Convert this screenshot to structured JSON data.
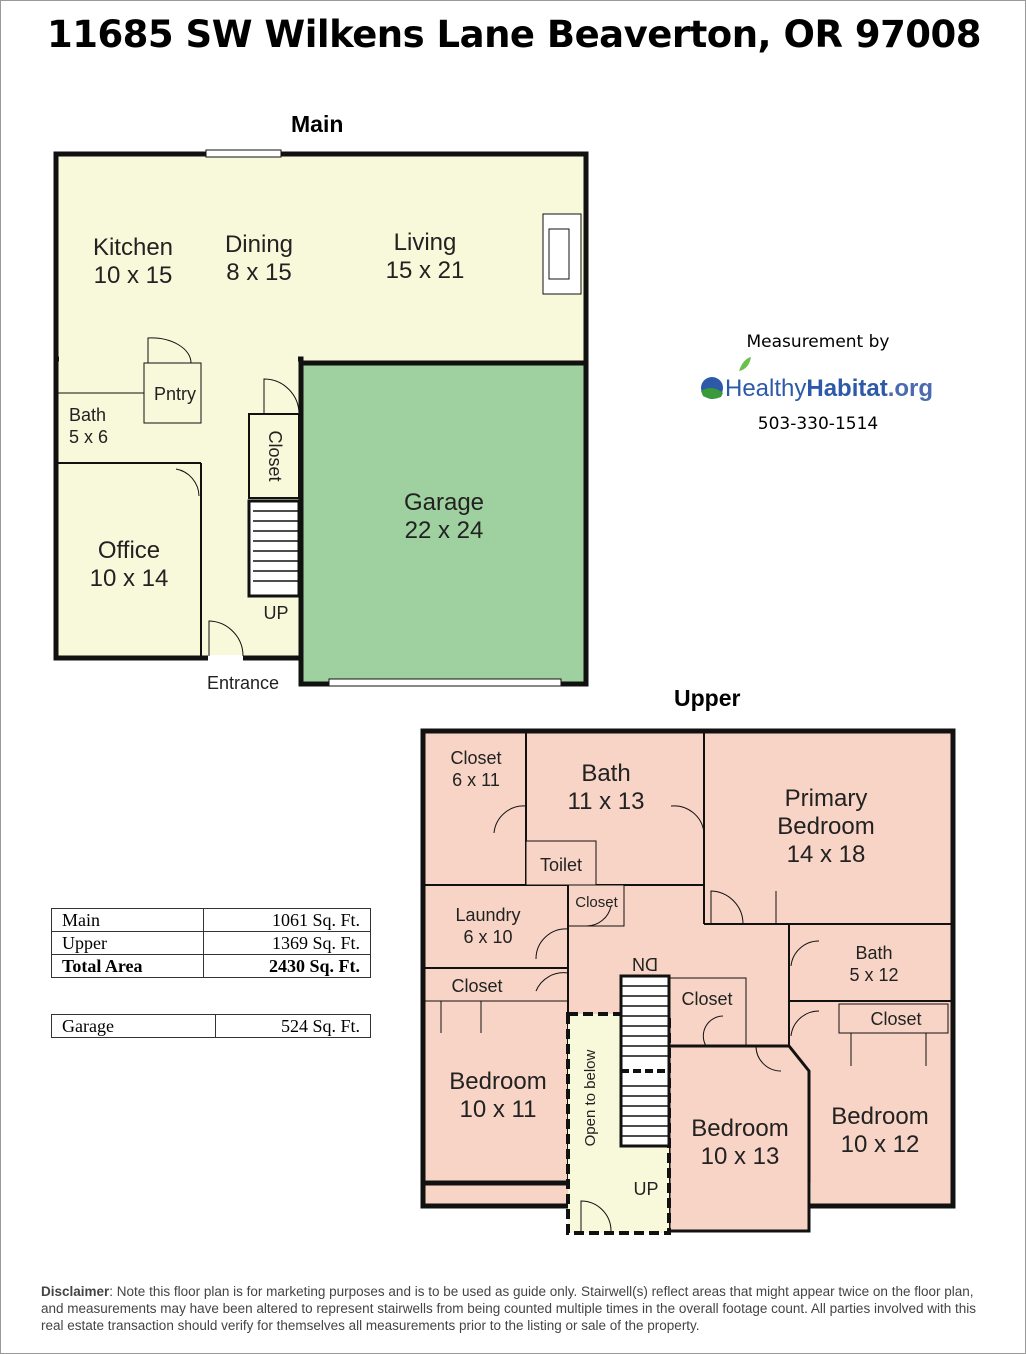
{
  "title": "11685 SW Wilkens Lane Beaverton, OR 97008",
  "main": {
    "heading": "Main",
    "rooms": {
      "kitchen": {
        "name": "Kitchen",
        "dim": "10 x 15"
      },
      "dining": {
        "name": "Dining",
        "dim": "8 x 15"
      },
      "living": {
        "name": "Living",
        "dim": "15 x 21"
      },
      "pantry": {
        "name": "Pntry"
      },
      "bath": {
        "name": "Bath",
        "dim": "5 x 6"
      },
      "closet": {
        "name": "Closet"
      },
      "office": {
        "name": "Office",
        "dim": "10 x 14"
      },
      "garage": {
        "name": "Garage",
        "dim": "22 x 24"
      }
    },
    "stairs_label": "UP",
    "entrance": "Entrance"
  },
  "upper": {
    "heading": "Upper",
    "rooms": {
      "closet1": {
        "name": "Closet",
        "dim": "6 x 11"
      },
      "bath1": {
        "name": "Bath",
        "dim": "11 x 13"
      },
      "toilet": {
        "name": "Toilet"
      },
      "primary": {
        "name": "Primary",
        "name2": "Bedroom",
        "dim": "14 x 18"
      },
      "laundry": {
        "name": "Laundry",
        "dim": "6 x 10"
      },
      "closet2": {
        "name": "Closet"
      },
      "bath2": {
        "name": "Bath",
        "dim": "5 x 12"
      },
      "closet3": {
        "name": "Closet"
      },
      "closet4": {
        "name": "Closet"
      },
      "closet5": {
        "name": "Closet"
      },
      "bed1": {
        "name": "Bedroom",
        "dim": "10 x 11"
      },
      "bed2": {
        "name": "Bedroom",
        "dim": "10 x 13"
      },
      "bed3": {
        "name": "Bedroom",
        "dim": "10 x 12"
      },
      "open": {
        "name": "Open to below"
      }
    },
    "stairs_dn": "DN",
    "stairs_up": "UP"
  },
  "measurement": {
    "by": "Measurement by",
    "logo_a": "Healthy",
    "logo_b": "Habitat",
    "logo_c": ".org",
    "phone": "503-330-1514"
  },
  "areas": [
    {
      "label": "Main",
      "value": "1061 Sq. Ft."
    },
    {
      "label": "Upper",
      "value": "1369 Sq. Ft."
    },
    {
      "label": "Total Area",
      "value": "2430 Sq. Ft."
    }
  ],
  "garage_area": {
    "label": "Garage",
    "value": "524 Sq. Ft."
  },
  "disclaimer": {
    "label": "Disclaimer",
    "text": ": Note this floor plan is for marketing purposes and is to be used as guide only.  Stairwell(s) reflect areas that might appear twice on the floor plan, and measurements may have been altered to represent stairwells from being counted multiple times in the overall footage count. All parties involved with this real estate transaction should verify for themselves all measurements prior to the listing or sale of the property."
  },
  "colors": {
    "main_fill": "#f8f8da",
    "garage_fill": "#9fd09f",
    "upper_fill": "#f7d4c5",
    "wall": "#111111"
  }
}
